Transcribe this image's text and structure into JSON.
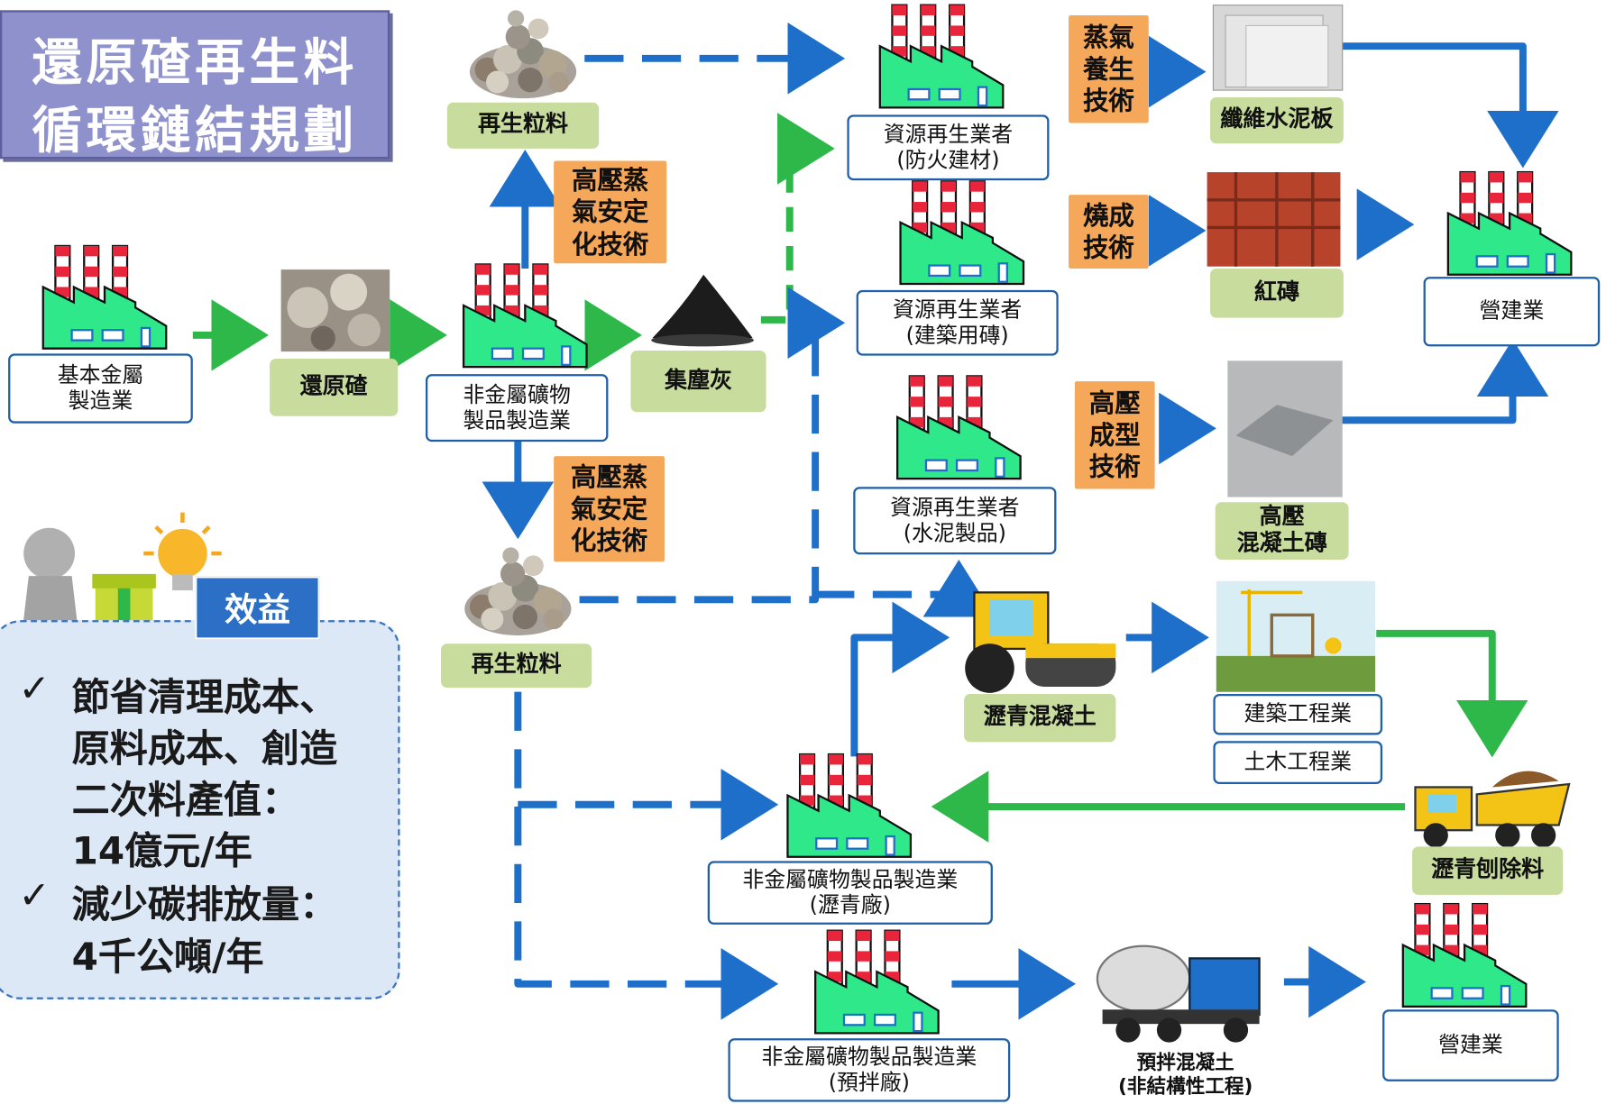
{
  "title": {
    "line1": "還原碴再生料",
    "line2": "循環鏈結規劃"
  },
  "nodes": {
    "basic_metal": "基本金屬\n製造業",
    "slag": "還原碴",
    "nonmetal_top": "非金屬礦物\n製品製造業",
    "dust": "集塵灰",
    "recycled_top": "再生粒料",
    "recycled_bottom": "再生粒料",
    "fireproof": "資源再生業者\n(防火建材)",
    "brick_maker": "資源再生業者\n(建築用磚)",
    "cement_maker": "資源再生業者\n(水泥製品)",
    "fiber_board": "纖維水泥板",
    "red_brick": "紅磚",
    "concrete_brick": "高壓\n混凝土磚",
    "construction_top": "營建業",
    "asphalt_concrete": "瀝青混凝土",
    "building_eng": "建築工程業",
    "civil_eng": "土木工程業",
    "asphalt_milling": "瀝青刨除料",
    "asphalt_plant": "非金屬礦物製品製造業\n(瀝青廠)",
    "readymix_plant": "非金屬礦物製品製造業\n(預拌廠)",
    "readymix_concrete": "預拌混凝土\n(非結構性工程)",
    "construction_bottom": "營建業"
  },
  "tech": {
    "autoclave_top": "高壓蒸\n氣安定\n化技術",
    "autoclave_bottom": "高壓蒸\n氣安定\n化技術",
    "steam_curing": "蒸氣\n養生\n技術",
    "firing": "燒成\n技術",
    "high_pressure_forming": "高壓\n成型\n技術"
  },
  "benefit": {
    "tag": "效益",
    "lines": [
      "節省清理成本、",
      "原料成本、創造",
      "二次料產值：",
      "14億元/年",
      "減少碳排放量：",
      "4千公噸/年"
    ],
    "check": "✓"
  },
  "colors": {
    "title_bg": "#8e91cc",
    "factory": "#2ee88a",
    "chimney_red": "#e8253a",
    "blue_arrow": "#1e6fc9",
    "green_arrow": "#2eb84a",
    "orange": "#f5a75a",
    "label_green": "#c8dc9e"
  }
}
